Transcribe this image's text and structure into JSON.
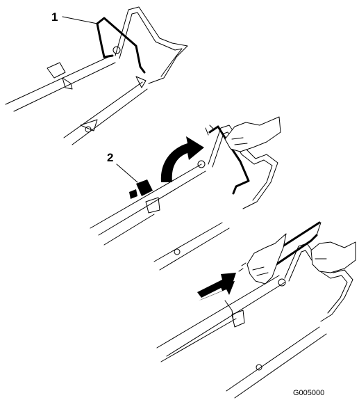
{
  "figure": {
    "callouts": [
      "1",
      "2"
    ],
    "figure_id": "G005000",
    "colors": {
      "ink": "#000000",
      "background": "#ffffff"
    },
    "icons": [
      "arrow-curved-icon",
      "arrow-push-icon",
      "hand-icon",
      "knob-icon"
    ]
  }
}
